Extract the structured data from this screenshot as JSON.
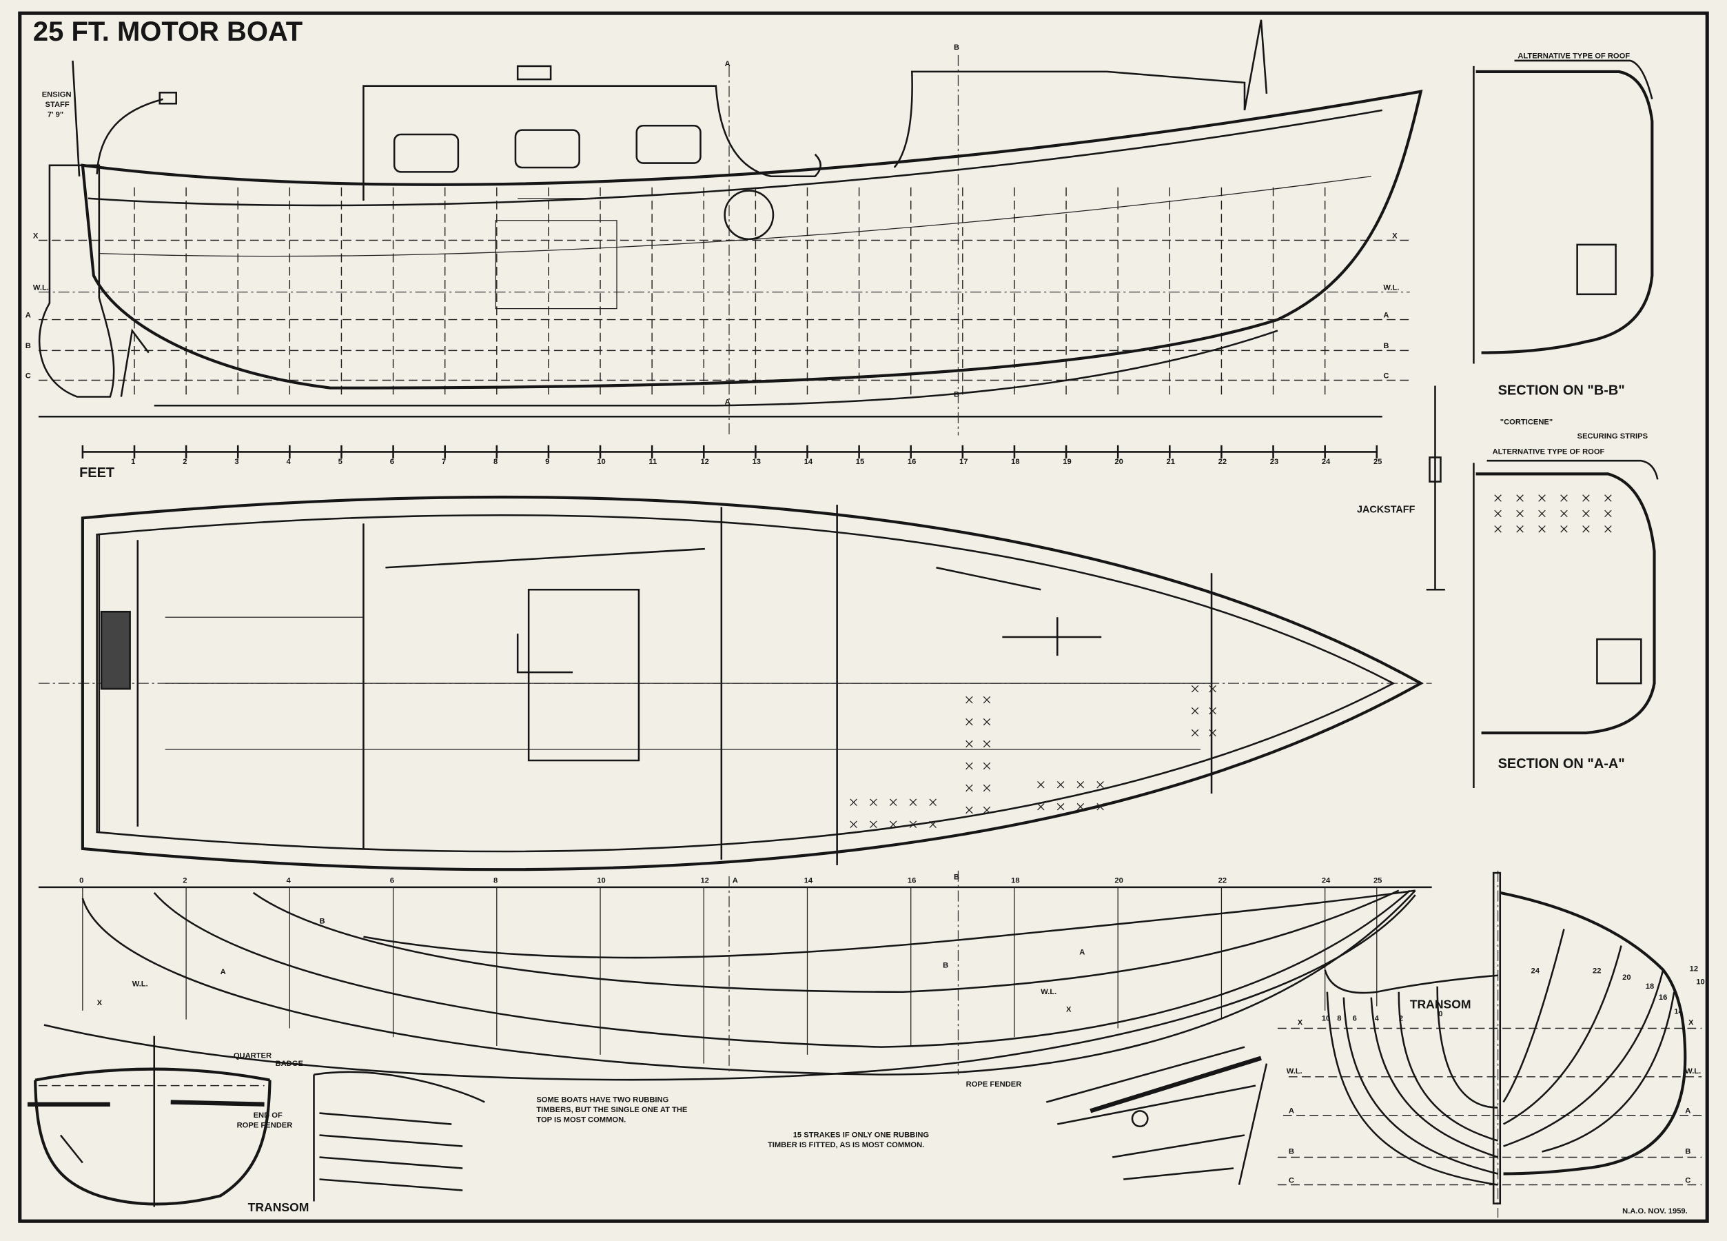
{
  "title": "25 FT. MOTOR BOAT",
  "colors": {
    "paper": "#f2efe6",
    "ink": "#161616"
  },
  "profile": {
    "ensign_staff": [
      "ENSIGN",
      "STAFF",
      "7' 9\""
    ],
    "section_marks": {
      "a": "A",
      "b": "B"
    },
    "waterlines_left": [
      "X",
      "W.L.",
      "A",
      "B",
      "C"
    ],
    "waterlines_right": [
      "X",
      "W.L.",
      "A",
      "B",
      "C"
    ]
  },
  "scale": {
    "label": "FEET",
    "ticks": [
      "1",
      "2",
      "3",
      "4",
      "5",
      "6",
      "7",
      "8",
      "9",
      "10",
      "11",
      "12",
      "13",
      "14",
      "15",
      "16",
      "17",
      "18",
      "19",
      "20",
      "21",
      "22",
      "23",
      "24",
      "25"
    ]
  },
  "jackstaff": "JACKSTAFF",
  "section_bb": {
    "label": "SECTION ON \"B-B\"",
    "note": "ALTERNATIVE TYPE OF ROOF"
  },
  "section_aa": {
    "label": "SECTION ON \"A-A\"",
    "corticene": "\"CORTICENE\"",
    "securing": "SECURING STRIPS",
    "note": "ALTERNATIVE TYPE OF ROOF"
  },
  "lines_plan": {
    "stations": [
      "0",
      "2",
      "4",
      "6",
      "8",
      "10",
      "12",
      "14",
      "16",
      "18",
      "20",
      "22",
      "24",
      "25"
    ],
    "section_marks": {
      "a": "A",
      "b": "B"
    },
    "curve_labels": {
      "wl": "W.L.",
      "a": "A",
      "b": "B",
      "x": "X",
      "wl2": "W.L.",
      "a2": "A",
      "b2": "B",
      "x2": "X"
    }
  },
  "transom_detail": {
    "label": "TRANSOM",
    "quarter_badge": [
      "QUARTER",
      "BADGE"
    ],
    "rope_end": [
      "END OF",
      "ROPE FENDER"
    ],
    "rubbing_note": [
      "SOME BOATS HAVE TWO RUBBING",
      "TIMBERS, BUT THE SINGLE ONE AT THE",
      "TOP IS MOST COMMON."
    ]
  },
  "bow_detail": {
    "rope_fender": "ROPE FENDER",
    "strakes_note": [
      "15 STRAKES IF ONLY ONE RUBBING",
      "TIMBER IS FITTED, AS IS MOST COMMON."
    ]
  },
  "body_plan": {
    "transom_label": "TRANSOM",
    "aft_stations": [
      "10",
      "8",
      "6",
      "4",
      "2",
      "0"
    ],
    "fwd_stations": [
      "24",
      "22",
      "20",
      "18",
      "16",
      "14",
      "12",
      "10"
    ],
    "waterlines_left": [
      "X",
      "W.L.",
      "A",
      "B",
      "C"
    ],
    "waterlines_right": [
      "X",
      "W.L.",
      "A",
      "B",
      "C"
    ]
  },
  "credit": "N.A.O. NOV. 1959."
}
